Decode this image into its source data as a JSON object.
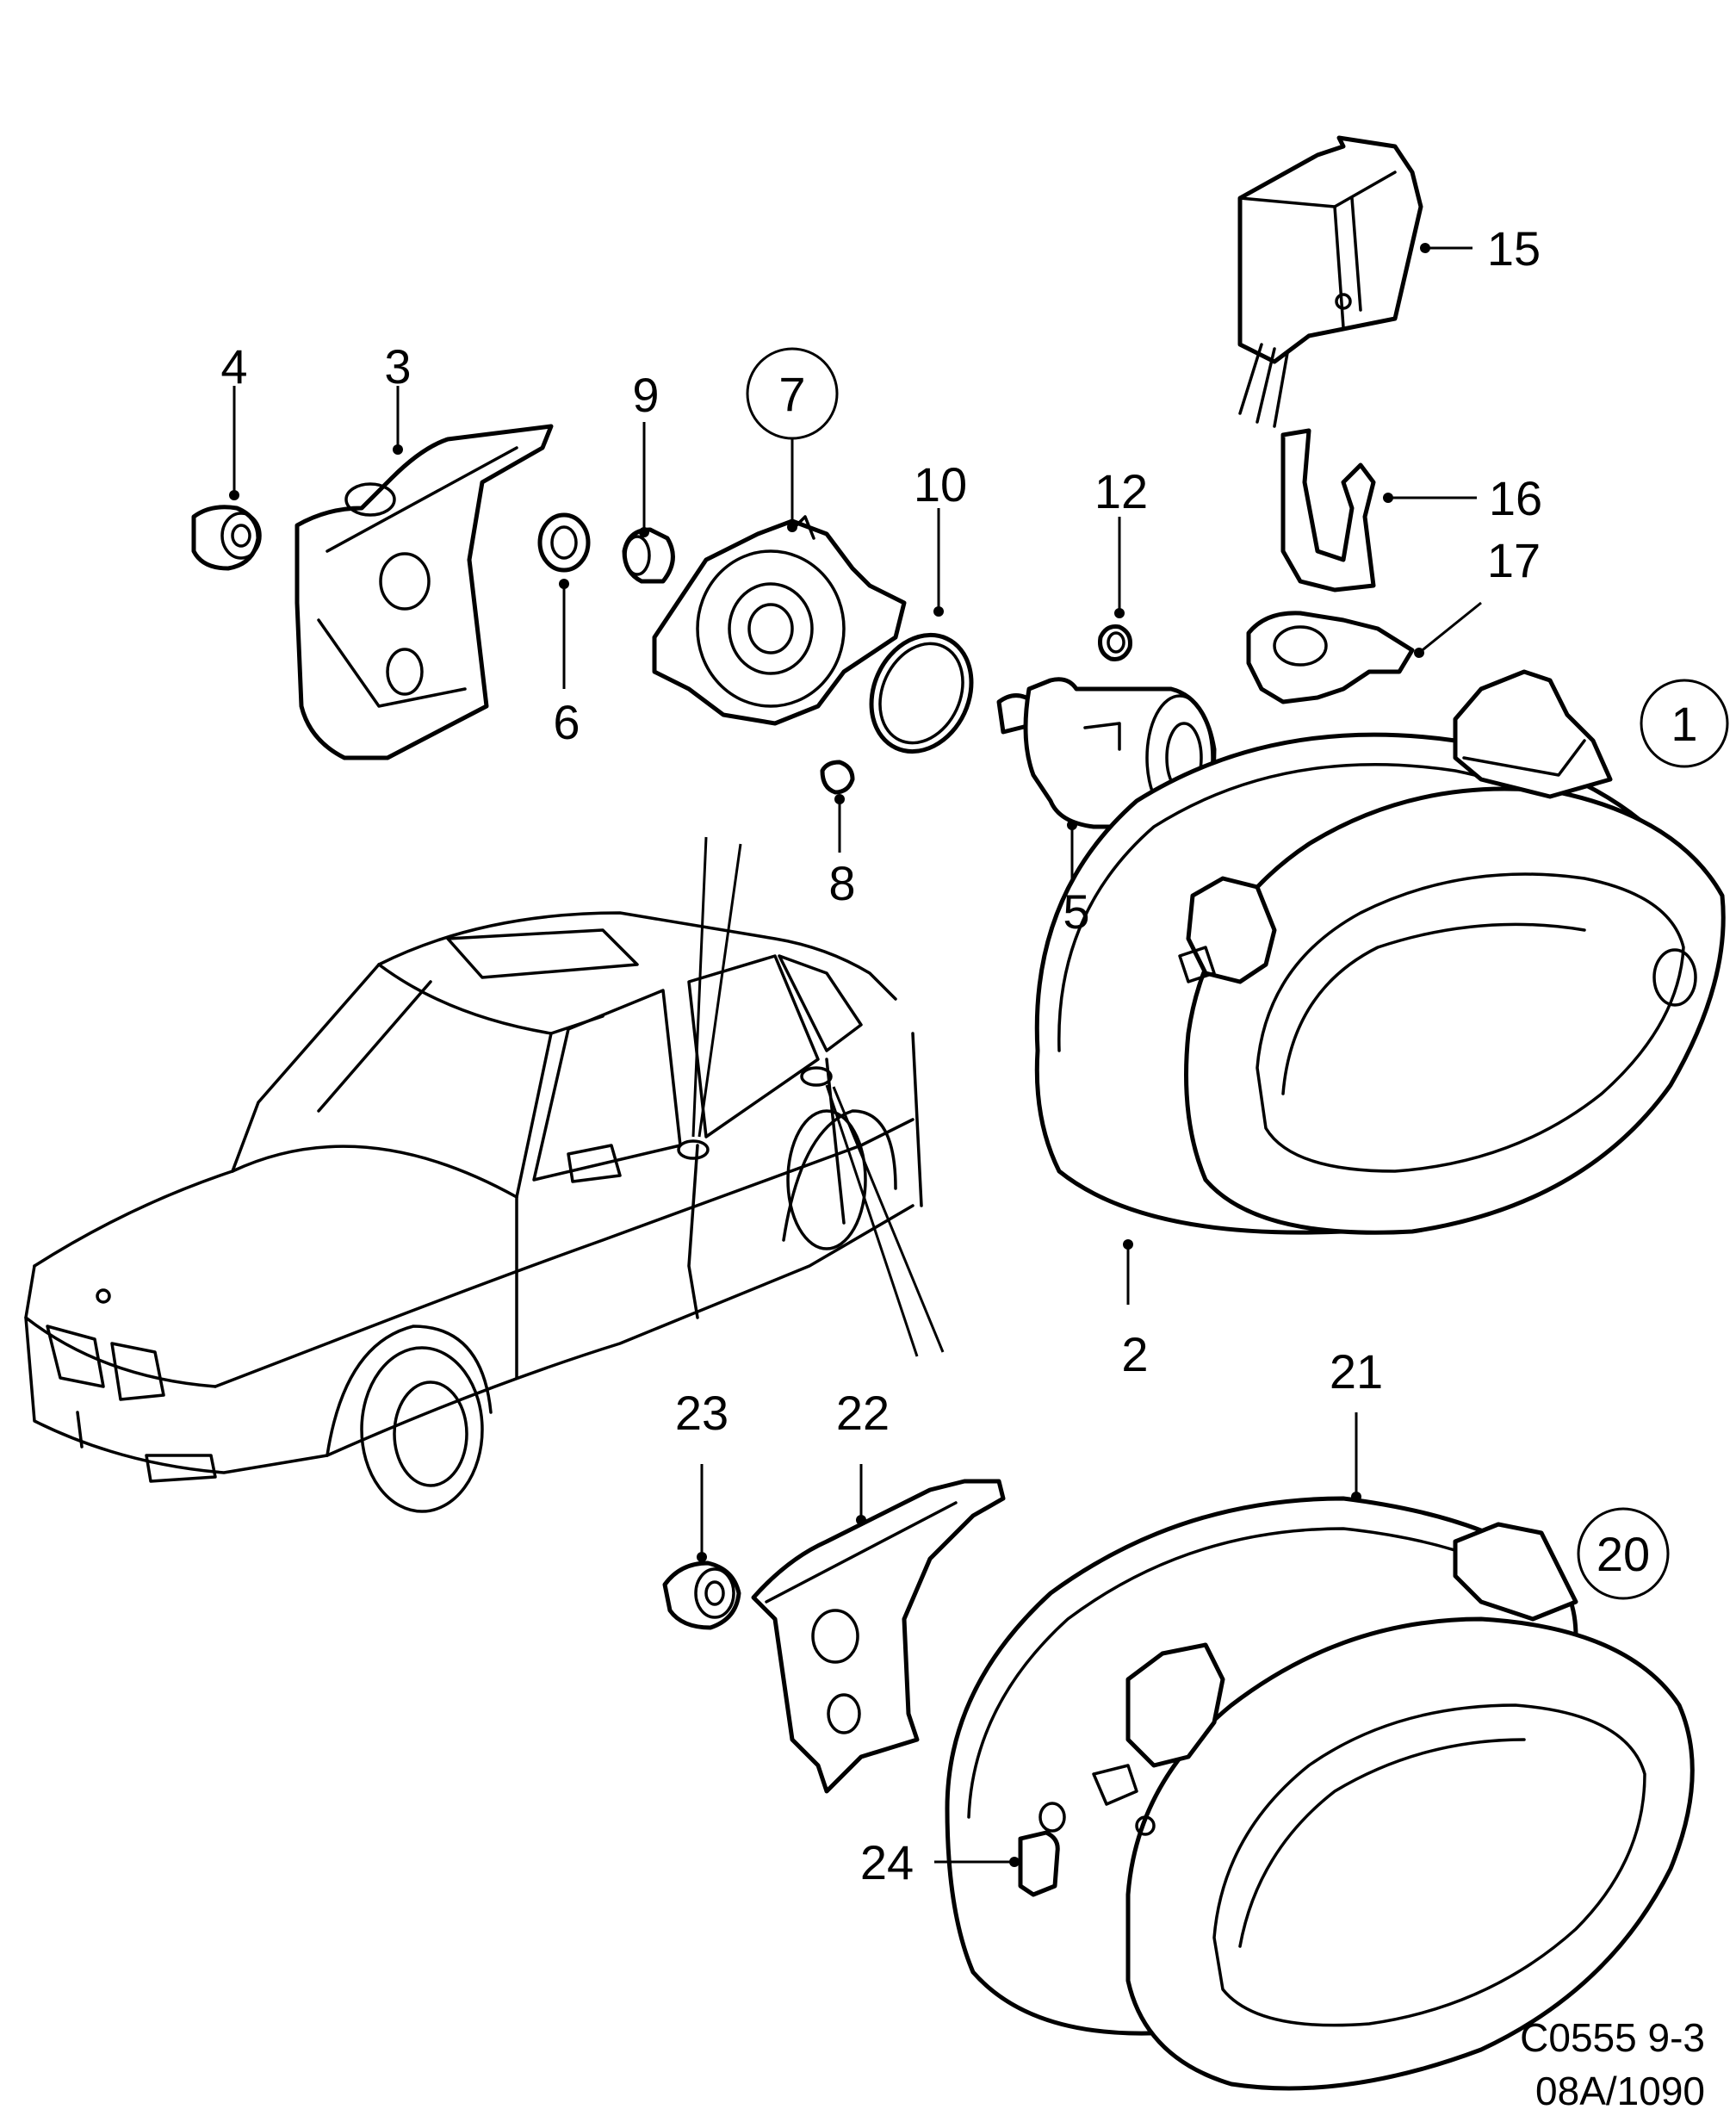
{
  "callouts": [
    {
      "id": "1",
      "label": "1",
      "circled": true
    },
    {
      "id": "2",
      "label": "2",
      "circled": false
    },
    {
      "id": "3",
      "label": "3",
      "circled": false
    },
    {
      "id": "4",
      "label": "4",
      "circled": false
    },
    {
      "id": "5",
      "label": "5",
      "circled": false
    },
    {
      "id": "6",
      "label": "6",
      "circled": false
    },
    {
      "id": "7",
      "label": "7",
      "circled": true
    },
    {
      "id": "8",
      "label": "8",
      "circled": false
    },
    {
      "id": "9",
      "label": "9",
      "circled": false
    },
    {
      "id": "10",
      "label": "10",
      "circled": false
    },
    {
      "id": "12",
      "label": "12",
      "circled": false
    },
    {
      "id": "15",
      "label": "15",
      "circled": false
    },
    {
      "id": "16",
      "label": "16",
      "circled": false
    },
    {
      "id": "17",
      "label": "17",
      "circled": false
    },
    {
      "id": "20",
      "label": "20",
      "circled": true
    },
    {
      "id": "21",
      "label": "21",
      "circled": false
    },
    {
      "id": "22",
      "label": "22",
      "circled": false
    },
    {
      "id": "23",
      "label": "23",
      "circled": false
    },
    {
      "id": "24",
      "label": "24",
      "circled": false
    }
  ],
  "footer": {
    "code_line1": "C0555 9-3",
    "code_line2": "08A/1090"
  }
}
